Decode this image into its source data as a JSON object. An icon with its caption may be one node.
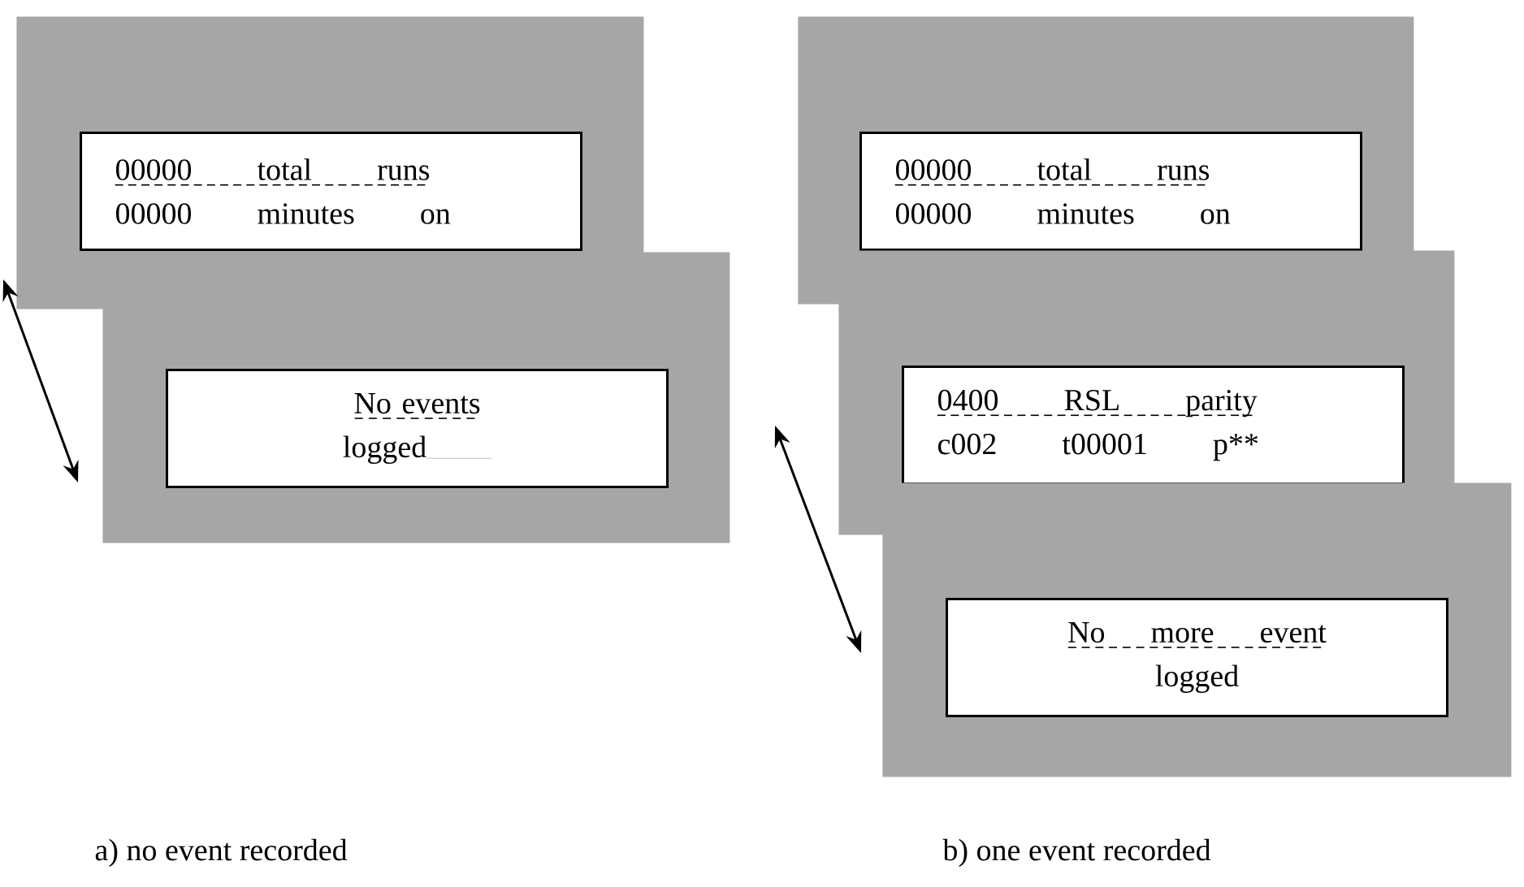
{
  "diagram": {
    "nodes": [
      {
        "text": [],
        "shape": "box"
      },
      {
        "text": [
          "00000 total runs",
          "00000 minutes on"
        ],
        "in": 0
      },
      {
        "text": [],
        "shape": "box"
      },
      {
        "text": [
          "No events",
          "logged"
        ],
        "in": 2
      },
      {
        "text": [],
        "shape": "box"
      },
      {
        "text": [
          "00000 total runs",
          "00000 minutes on"
        ],
        "in": 4
      },
      {
        "text": [],
        "shape": "box"
      },
      {
        "text": [
          "0400 RSL parity",
          "c002 t00001 p**"
        ],
        "in": 6
      },
      {
        "text": [],
        "shape": "box"
      },
      {
        "text": [
          "No more event",
          "logged"
        ],
        "in": 8
      }
    ],
    "labels": [
      "a) no event recorded",
      "b) one event recorded"
    ]
  }
}
